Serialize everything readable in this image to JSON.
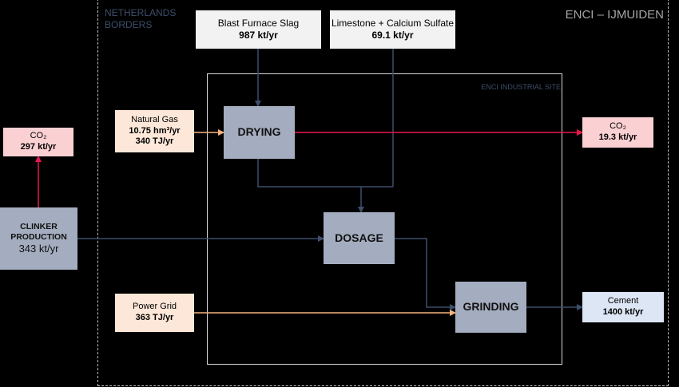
{
  "borders": {
    "netherlands_label_line1": "NETHERLANDS",
    "netherlands_label_line2": "BORDERS",
    "plant_label": "ENCI – IJMUIDEN",
    "site_label": "ENCI INDUSTRIAL SITE"
  },
  "supplies": {
    "slag_label": "Blast Furnace Slag",
    "slag_value": "987 kt/yr",
    "limestone_label": "Limestone + Calcium Sulfate",
    "limestone_value": "69.1 kt/yr"
  },
  "inputs": {
    "gas_label": "Natural Gas",
    "gas_volume": "10.75 hm³/yr",
    "gas_energy": "340 TJ/yr",
    "power_label": "Power Grid",
    "power_value": "363 TJ/yr"
  },
  "processes": {
    "drying": "DRYING",
    "dosage": "DOSAGE",
    "grinding": "GRINDING"
  },
  "clinker": {
    "line1": "CLINKER",
    "line2": "PRODUCTION",
    "value": "343 kt/yr"
  },
  "outputs": {
    "co2_clinker_label": "CO₂",
    "co2_clinker_value": "297 kt/yr",
    "co2_drying_label": "CO₂",
    "co2_drying_value": "19.3 kt/yr",
    "cement_label": "Cement",
    "cement_value": "1400 kt/yr"
  },
  "colors": {
    "material_flow": "#3d4e6b",
    "co2_flow": "#e8174f",
    "energy_flow": "#f5b27a",
    "process_fill": "#a4adbf"
  }
}
